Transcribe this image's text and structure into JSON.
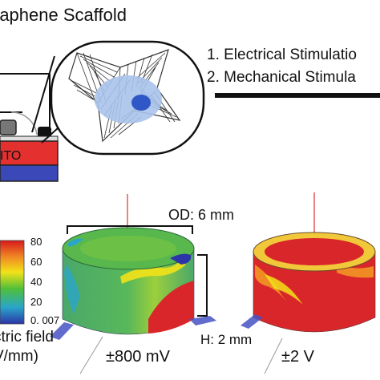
{
  "title": "raphene Scaffold",
  "steps": [
    "1. Electrical Stimulatio",
    "2. Mechanical Stimula"
  ],
  "ito_label": "ITO",
  "od_label": "OD: 6 mm",
  "height_label": "H: 2 mm",
  "voltage_left": "±800 mV",
  "voltage_right": "±2 V",
  "colorbar": {
    "ticks": [
      "80",
      "60",
      "40",
      "20",
      "0. 007"
    ],
    "label_line1": "ctric field",
    "label_line2": "V/mm)",
    "colors": [
      "#d7191c",
      "#f08a24",
      "#f2e218",
      "#4fbf3a",
      "#2aa6c9",
      "#2b35a8"
    ]
  },
  "colors": {
    "ito": "#e53030",
    "base": "#3b49b8",
    "dish_red": "#d9262a",
    "dish_green": "#4db349",
    "cell_light": "#a9c3ea",
    "cell_nucleus": "#2f57c7"
  }
}
